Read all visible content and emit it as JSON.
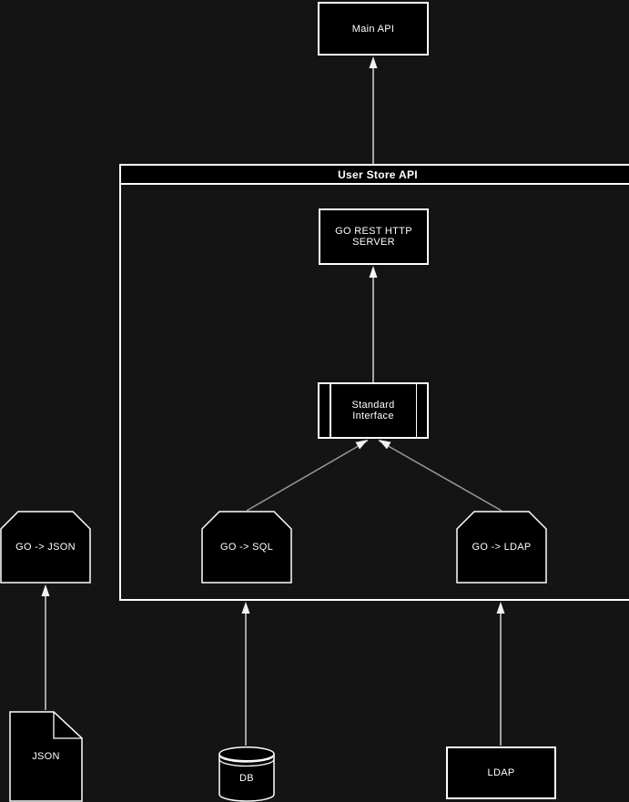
{
  "frame": {
    "title": "User Store API"
  },
  "nodes": {
    "main_api": "Main API",
    "go_rest_server": "GO REST HTTP SERVER",
    "standard_interface": "Standard Interface",
    "go_sql": "GO -> SQL",
    "go_ldap": "GO -> LDAP",
    "go_json": "GO -> JSON",
    "json_file": "JSON",
    "db": "DB",
    "ldap": "LDAP"
  },
  "colors": {
    "background": "#141414",
    "node_fill": "#000000",
    "border": "#ffffff",
    "text": "#ffffff",
    "connector_gray": "#999999",
    "connector_white": "#f2f2f2"
  }
}
